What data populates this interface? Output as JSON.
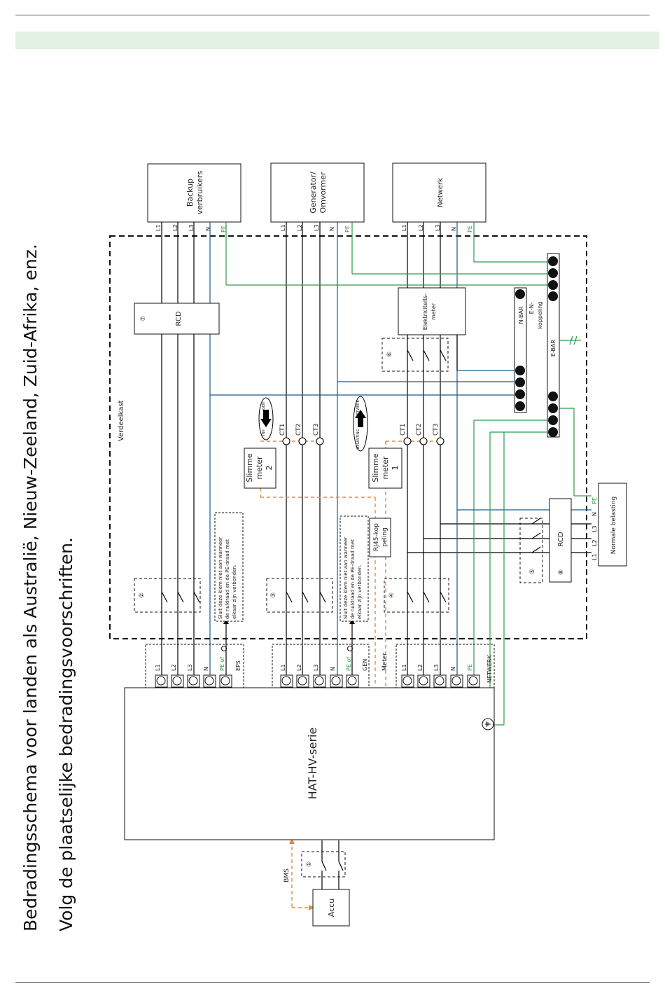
{
  "heading": {
    "line1": "Bedradingsschema voor landen als Australië, Nieuw-Zeeland, Zuid-Afrika, enz.",
    "line2": "Volg de plaatselijke bedradingsvoorschriften."
  },
  "labels": {
    "backup_line1": "Backup",
    "backup_line2": "verbruikers",
    "gen_line1": "Generator/",
    "gen_line2": "Omvormer",
    "netwerk": "Netwerk",
    "verdeelkast": "Verdeelkast",
    "rcd": "RCD",
    "elek_line1": "Elektriciteits-",
    "elek_line2": "meter",
    "nbar": "N-BAR",
    "ebar": "E-BAR",
    "en_line1": "E-N-",
    "en_line2": "koppeling",
    "inverter": "HAT-HV-serie",
    "accu": "Accu",
    "bms": "BMS",
    "meter": "Meter",
    "rj45_line1": "RJ45-kop",
    "rj45_line2": "peling",
    "normale": "Normale belasting",
    "eps": "EPS",
    "gen": "GEN",
    "netwerk_port": "NETWERK",
    "meter2_line1": "Slimme",
    "meter2_line2": "meter",
    "meter2_line3": "2",
    "meter1_line1": "Slimme",
    "meter1_line2": "meter",
    "meter1_line3": "1",
    "note_line1": "Sluit deze klem niet aan wanneer",
    "note_line2": "de nuldraad en de PE-draad met",
    "note_line3": "elkaar zijn verbonden.",
    "inv": "INV",
    "gen_arrow": "GEN",
    "belasting": "BELASTING",
    "netwerk_arrow": "NETWERK",
    "ct1": "CT1",
    "ct2": "CT2",
    "ct3": "CT3",
    "pe_of": "PE of",
    "l1": "L1",
    "l2": "L2",
    "l3": "L3",
    "n": "N",
    "pe": "PE",
    "n1": "①",
    "n2": "②",
    "n3": "③",
    "n4": "④",
    "n5": "⑤",
    "n6": "⑥",
    "n7": "⑦",
    "n8": "⑧"
  },
  "colors": {
    "wire": "#000000",
    "neutral": "#1a5a8a",
    "earth": "#2e9a4a",
    "comm": "#e08a40",
    "band": "#e3f1e3"
  }
}
